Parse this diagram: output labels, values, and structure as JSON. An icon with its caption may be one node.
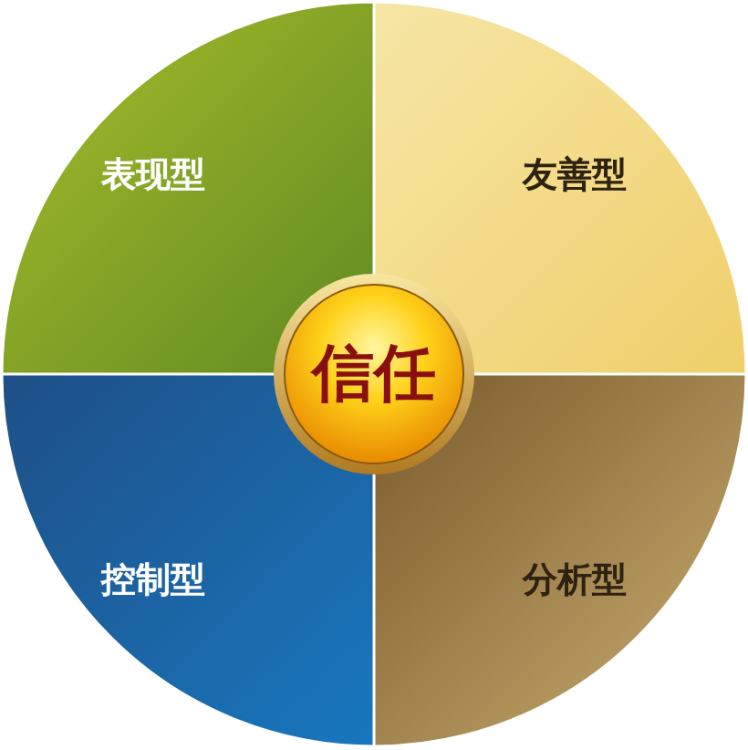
{
  "diagram": {
    "nodes": [
      {
        "text": [
          "表现型"
        ]
      },
      {
        "text": [
          "友善型"
        ]
      },
      {
        "text": [
          "控制型"
        ]
      },
      {
        "text": [
          "分析型"
        ]
      },
      {
        "text": [
          "信任"
        ]
      }
    ]
  }
}
